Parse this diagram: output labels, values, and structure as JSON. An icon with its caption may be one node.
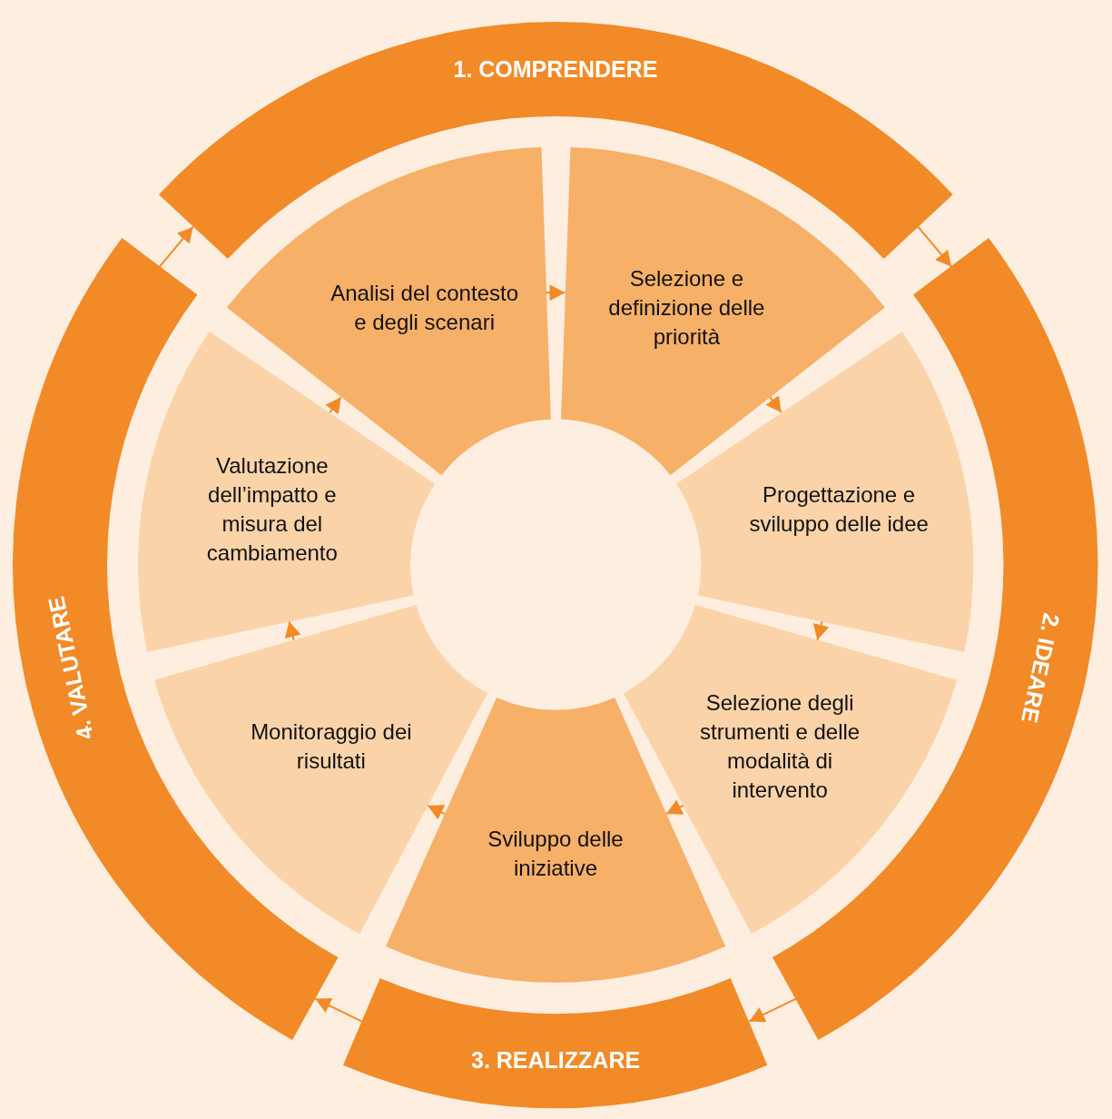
{
  "diagram": {
    "nodes": [
      {
        "text": [
          "1. COMPRENDERE"
        ]
      },
      {
        "text": [
          "Analisi del contesto e degli scenari"
        ]
      },
      {
        "text": [
          "Selezione e definizione delle priorità"
        ]
      },
      {
        "text": [
          "Valutazione dell’impatto e misura del cambiamento"
        ]
      },
      {
        "text": [
          "Progettazione e sviluppo delle idee"
        ]
      },
      {
        "text": [
          "Monitoraggio dei risultati"
        ]
      },
      {
        "text": [
          "Selezione degli strumenti e delle modalità di intervento"
        ]
      },
      {
        "text": [
          "4. VALUTARE"
        ]
      },
      {
        "text": [
          "2. IDEARE"
        ]
      },
      {
        "text": [
          "Sviluppo delle iniziative"
        ]
      },
      {
        "text": [
          "3. REALIZZARE"
        ]
      }
    ],
    "edges": [
      {
        "from": 0,
        "to": 8,
        "arrow": "to"
      },
      {
        "from": 8,
        "to": 10,
        "arrow": "to"
      },
      {
        "from": 10,
        "to": 7,
        "arrow": "to"
      },
      {
        "from": 7,
        "to": 0,
        "arrow": "to"
      },
      {
        "from": 1,
        "to": 2,
        "arrow": "to"
      },
      {
        "from": 2,
        "to": 4,
        "arrow": "to"
      },
      {
        "from": 4,
        "to": 6,
        "arrow": "to"
      },
      {
        "from": 6,
        "to": 9,
        "arrow": "to"
      },
      {
        "from": 9,
        "to": 5,
        "arrow": "to"
      },
      {
        "from": 5,
        "to": 3,
        "arrow": "to"
      },
      {
        "from": 3,
        "to": 1,
        "arrow": "to"
      }
    ]
  }
}
